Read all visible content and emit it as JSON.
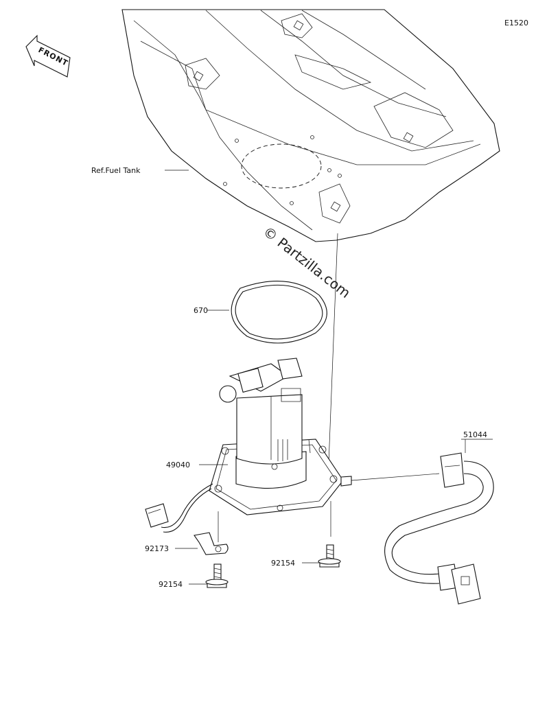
{
  "diagram_code": "E1520",
  "front_label": "FRONT",
  "watermark": "© Partzilla.com",
  "callouts": {
    "fuel_tank": "Ref.Fuel Tank",
    "gasket": "670",
    "fuel_pump": "49040",
    "hose": "51044",
    "clamp": "92173",
    "bolt_left": "92154",
    "bolt_right": "92154"
  }
}
